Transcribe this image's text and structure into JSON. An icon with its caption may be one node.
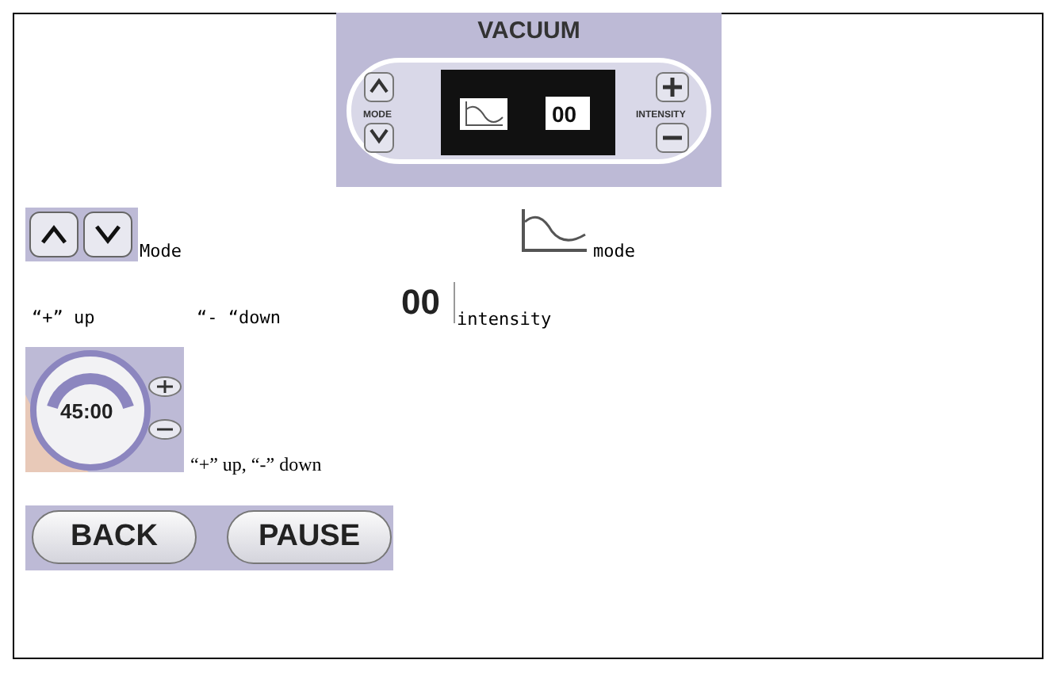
{
  "diagram": {
    "labels": [
      "VACUUM",
      "MODE",
      "00",
      "INTENSITY",
      "Mode",
      "mode",
      "“+” up",
      "“- “down",
      "00",
      "intensity",
      "45:00",
      "“+” up, “-” down",
      "BACK",
      "PAUSE"
    ]
  }
}
